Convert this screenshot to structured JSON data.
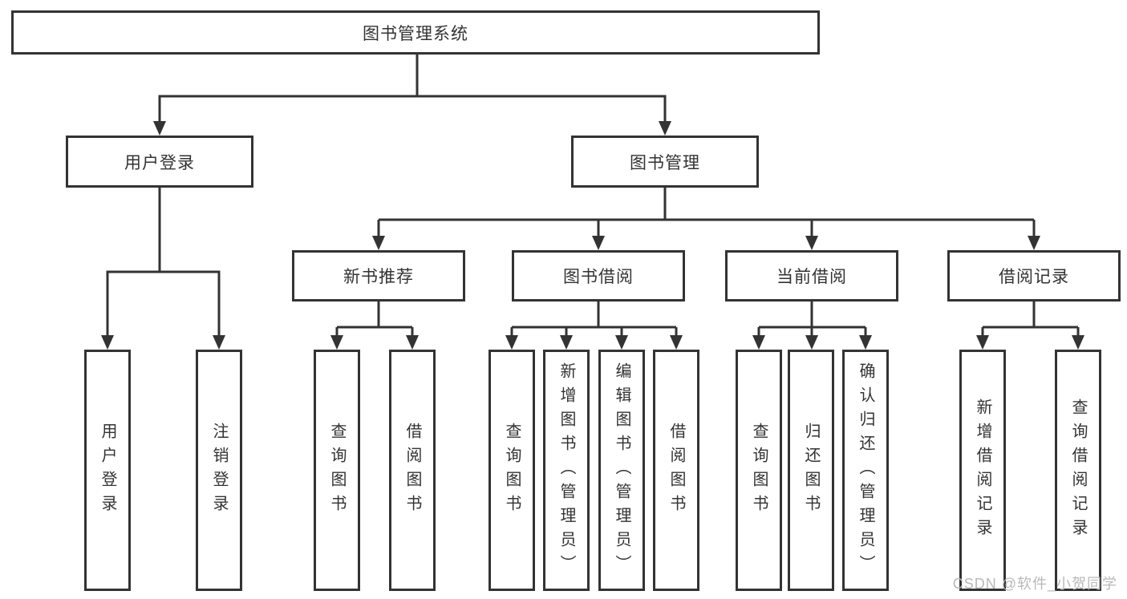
{
  "tree": {
    "label": "图书管理系统",
    "children": [
      {
        "label": "用户登录",
        "children": [
          {
            "label": "用户登录"
          },
          {
            "label": "注销登录"
          }
        ]
      },
      {
        "label": "图书管理",
        "children": [
          {
            "label": "新书推荐",
            "children": [
              {
                "label": "查询图书"
              },
              {
                "label": "借阅图书"
              }
            ]
          },
          {
            "label": "图书借阅",
            "children": [
              {
                "label": "查询图书"
              },
              {
                "label": "新增图书（管理员）"
              },
              {
                "label": "编辑图书（管理员）"
              },
              {
                "label": "借阅图书"
              }
            ]
          },
          {
            "label": "当前借阅",
            "children": [
              {
                "label": "查询图书"
              },
              {
                "label": "归还图书"
              },
              {
                "label": "确认归还（管理员）"
              }
            ]
          },
          {
            "label": "借阅记录",
            "children": [
              {
                "label": "新增借阅记录"
              },
              {
                "label": "查询借阅记录"
              }
            ]
          }
        ]
      }
    ]
  },
  "watermark": {
    "text": "CSDN @软件_小贺同学"
  },
  "colors": {
    "line": "#333333",
    "box_border": "#333333",
    "text": "#333333",
    "box_background": "#ffffff",
    "page_background": "#ffffff",
    "watermark": "#b9b9b9"
  }
}
